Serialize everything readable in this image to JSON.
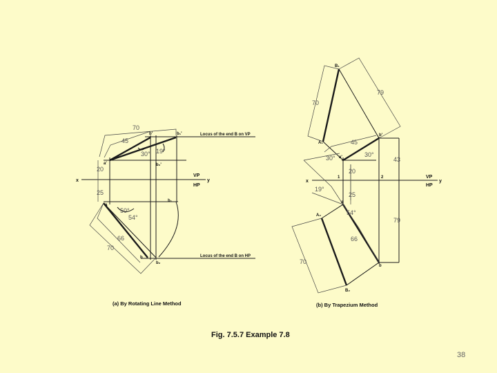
{
  "figure": {
    "title": "Fig. 7.5.7 Example 7.8",
    "left": {
      "caption": "(a) By Rotating Line Method",
      "locus_vp": "Locus of the end B on VP",
      "locus_hp": "Locus of the end B on HP",
      "x": "x",
      "y": "y",
      "vp": "VP",
      "hp": "HP",
      "pt_a1": "a'",
      "pt_a": "a",
      "pt_b1": "b'",
      "pt_b1p": "b₁'",
      "pt_b2p": "b₂'",
      "pt_b1h": "b₁",
      "pt_b": "b",
      "pt_b2": "b₂",
      "d70_top": "70",
      "d45": "45",
      "d30": "30°",
      "d19": "19°",
      "d20": "20",
      "d25": "25",
      "d50": "50°",
      "d54": "54°",
      "d66": "66",
      "d70_bot": "70"
    },
    "right": {
      "caption": "(b) By Trapezium Method",
      "x": "x",
      "y": "y",
      "vp": "VP",
      "hp": "HP",
      "pt_b1": "B₁",
      "pt_a1": "A₁",
      "pt_a2": "A₂",
      "pt_b2": "B₂",
      "pt_bp": "b'",
      "pt_ap": "a'",
      "pt_a": "a",
      "pt_b": "b",
      "pt_1": "1",
      "pt_2": "2",
      "d70_top": "70",
      "d79_top": "79",
      "d45": "45",
      "d30a": "30°",
      "d30b": "30°",
      "d43": "43",
      "d20": "20",
      "d19": "19°",
      "d25": "25",
      "d54": "54°",
      "d66": "66",
      "d79_bot": "79",
      "d70_bot": "70"
    }
  },
  "page_number": "38"
}
